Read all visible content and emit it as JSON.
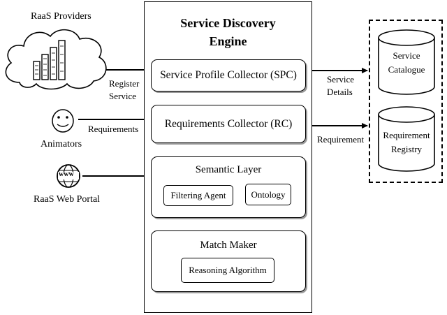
{
  "actors": {
    "providers_label": "RaaS Providers",
    "animators_label": "Animators",
    "portal_label": "RaaS Web Portal",
    "cloud_icon": "cloud-icon",
    "bar_chart_icon": "bar-chart-icon",
    "smiley_icon": "smiley-face-icon",
    "www_icon": "www-globe-icon",
    "www_text": "www"
  },
  "flows": {
    "register_line1": "Register",
    "register_line2": "Service",
    "requirements": "Requirements",
    "service_details_line1": "Service",
    "service_details_line2": "Details",
    "requirement": "Requirement"
  },
  "engine": {
    "title_line1": "Service Discovery",
    "title_line2": "Engine",
    "spc": "Service Profile Collector (SPC)",
    "rc": "Requirements Collector (RC)",
    "semantic_layer": {
      "title": "Semantic Layer",
      "filtering_agent": "Filtering Agent",
      "ontology": "Ontology"
    },
    "match_maker": {
      "title": "Match Maker",
      "reasoning": "Reasoning Algorithm"
    }
  },
  "storage": {
    "catalogue_line1": "Service",
    "catalogue_line2": "Catalogue",
    "registry_line1": "Requirement",
    "registry_line2": "Registry",
    "db_icon": "database-cylinder-icon"
  }
}
